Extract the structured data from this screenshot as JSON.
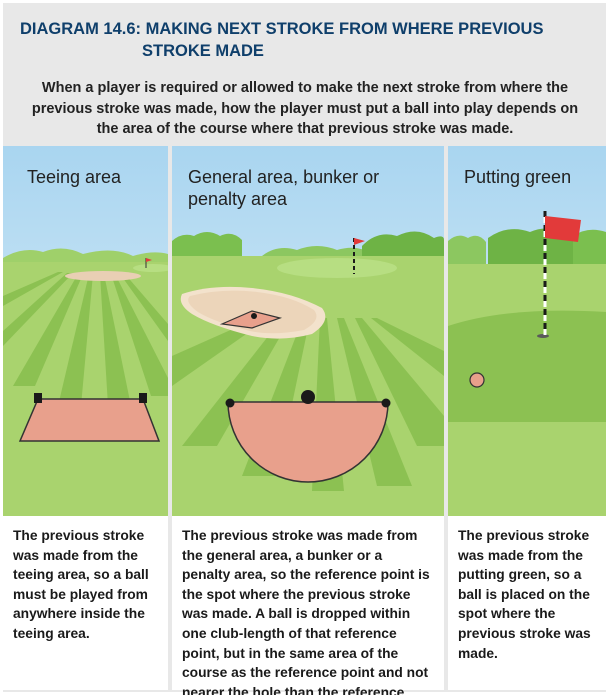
{
  "header": {
    "title_line1": "DIAGRAM 14.6: MAKING NEXT STROKE FROM WHERE PREVIOUS",
    "title_line2": "STROKE MADE",
    "intro": "When a player is required or allowed to make the next stroke from where the previous stroke was made, how the player must put a ball into play depends on the area of the course where that previous stroke was made."
  },
  "panels": [
    {
      "label": "Teeing area",
      "description": "The previous stroke was made from the teeing area, so a ball must be played from anywhere inside the teeing area."
    },
    {
      "label": "General area, bunker or penalty area",
      "description": "The previous stroke was made from the general area, a bunker or a penalty area, so the reference point is the spot where the previous stroke was made. A ball is dropped within one club-length of that reference point, but in the same area of the course as the reference point and not nearer the hole than the reference point."
    },
    {
      "label": "Putting green",
      "description": "The previous stroke was made from the putting green, so a ball is placed on the spot where the previous stroke was made."
    }
  ],
  "colors": {
    "title": "#0f3f6b",
    "sky": "#bfe0f4",
    "grass_light": "#a9d36e",
    "grass_dark": "#8cc152",
    "trees": "#7bbf4f",
    "zone_fill": "#e8a08c",
    "flag": "#e23a3a"
  }
}
